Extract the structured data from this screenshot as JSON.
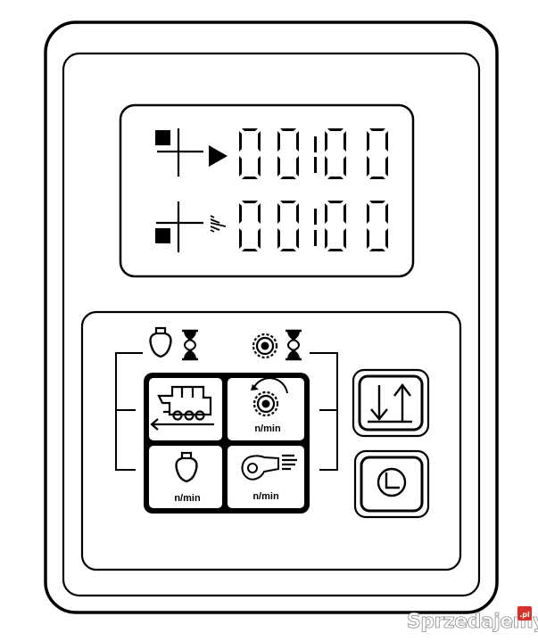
{
  "display": {
    "row1_digits": [
      "0",
      "0",
      "0",
      "0"
    ],
    "row2_digits": [
      "0",
      "0",
      "0",
      "0"
    ]
  },
  "keypad": {
    "unit_label": "n/min"
  },
  "watermark": {
    "text": "Sprzedajemy",
    "suffix": ".pl"
  },
  "colors": {
    "ink": "#000000",
    "background": "#ffffff"
  },
  "icons": {
    "row1": [
      "square-block-icon",
      "crosshair-icon",
      "play-arrow-icon"
    ],
    "row2": [
      "square-block-icon",
      "crosshair-icon",
      "striped-arrow-icon"
    ],
    "top_left": [
      "engine-icon",
      "hourglass-icon"
    ],
    "top_right": [
      "drum-icon",
      "hourglass-icon"
    ],
    "side_buttons": [
      "down-up-arrows-icon",
      "clock-icon"
    ]
  }
}
